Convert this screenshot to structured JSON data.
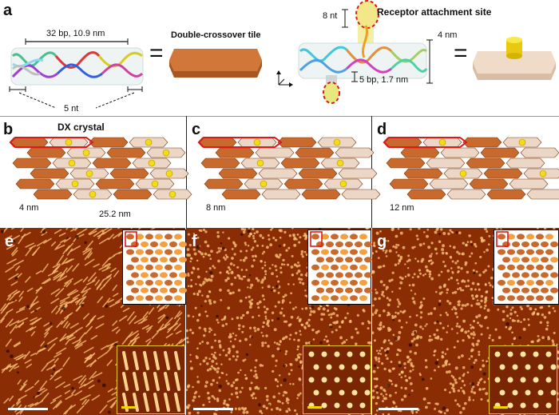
{
  "panel_labels": {
    "a": "a",
    "b": "b",
    "c": "c",
    "d": "d",
    "e": "e",
    "f": "f",
    "g": "g"
  },
  "panel_a": {
    "length_label": "32 bp, 10.9 nm",
    "nt_label": "5 nt",
    "tile_label": "Double-crossover tile",
    "equals": "=",
    "receptor_label": "Receptor attachment site",
    "height_label_8nt": "8 nt",
    "width_label_4nm": "4 nm",
    "offset_label": "5 bp, 1.7 nm"
  },
  "panel_b": {
    "title": "DX crystal",
    "spacing_label": "4 nm",
    "period_label": "25.2 nm"
  },
  "panel_c": {
    "spacing_label": "8 nm"
  },
  "panel_d": {
    "spacing_label": "12 nm"
  },
  "colors": {
    "tile": "#c8692e",
    "tile_light": "#ecd6c6",
    "receptor": "#f4dc14",
    "outline": "#e01818",
    "afm_bg": "#8a2d05",
    "afm_feature": "#ffcf7a",
    "scalebar_zoom": "#f4d400"
  }
}
